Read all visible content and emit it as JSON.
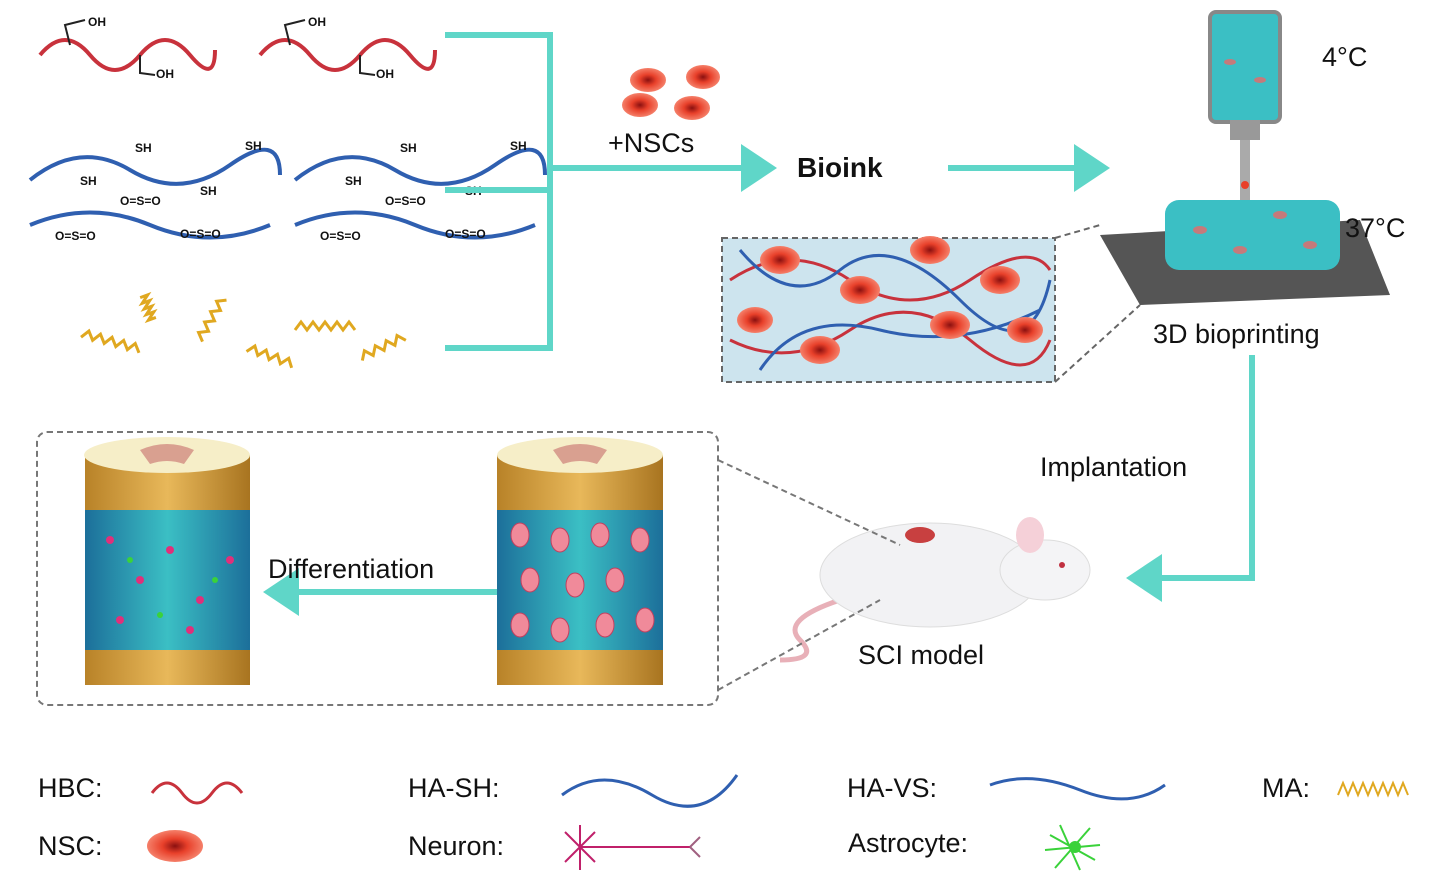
{
  "labels": {
    "nscs": "+NSCs",
    "bioink": "Bioink",
    "temp_cold": "4°C",
    "temp_warm": "37°C",
    "bioprinting": "3D bioprinting",
    "implantation": "Implantation",
    "sci_model": "SCI model",
    "differentiation": "Differentiation"
  },
  "chem": {
    "oh": "OH",
    "sh": "SH",
    "vs": "O=S=O"
  },
  "legend": {
    "hbc": "HBC:",
    "ha_sh": "HA-SH:",
    "ha_vs": "HA-VS:",
    "ma": "MA:",
    "nsc": "NSC:",
    "neuron": "Neuron:",
    "astrocyte": "Astrocyte:"
  },
  "colors": {
    "arrow": "#5fd6c8",
    "hbc": "#c8323c",
    "ha": "#2f5fb0",
    "ma": "#e0a820",
    "nsc": "#e8402a",
    "neuron": "#c0206a",
    "astrocyte": "#3ad23a",
    "hydrogel": "#3bbfc4",
    "collagen": "#d9a441"
  }
}
